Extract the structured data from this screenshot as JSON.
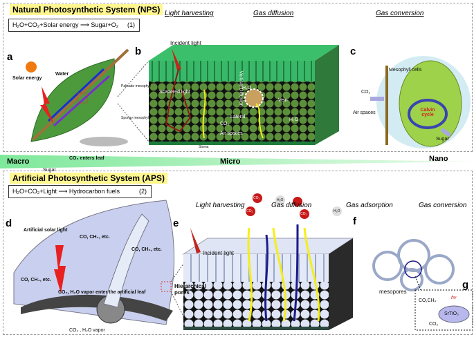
{
  "nps": {
    "title": "Natural Photosynthetic System (NPS)",
    "equation": "H₂O+CO₂+Solar energy ⟶ Sugar+O₂",
    "equation_number": "(1)",
    "steps": [
      "Light harvesting",
      "Gas diffusion",
      "Gas conversion"
    ],
    "panel_a": {
      "letter": "a",
      "labels": {
        "solar": "Solar energy",
        "water": "Water",
        "sugar": "Sugar",
        "co2": "CO₂ enters leaf"
      }
    },
    "panel_b": {
      "letter": "b",
      "labels": {
        "incident": "Incident light",
        "palisade": "Palisade mesophyll",
        "spongy": "Spongy mesophyll",
        "scattered": "Scattered light",
        "vertical": "Vertical Diffusion",
        "lateral": "Lateral",
        "co2": "CO₂",
        "h2o_1": "H₂O",
        "h2o_2": "H₂O",
        "vein": "Vein",
        "air": "Air spaces",
        "stoma": "Stoma"
      }
    },
    "panel_c": {
      "letter": "c",
      "labels": {
        "mesophyll": "Mesophyll cells",
        "co2": "CO₂",
        "air": "Air spaces",
        "calvin": "Calvin cycle",
        "sugar": "Sugar"
      }
    }
  },
  "scale": {
    "macro": "Macro",
    "micro": "Micro",
    "nano": "Nano"
  },
  "aps": {
    "title": "Artificial  Photosynthetic System (APS)",
    "equation": "H₂O+CO₂+Light ⟶ Hydrocarbon fuels",
    "equation_number": "(2)",
    "steps": [
      "Light harvesting",
      "Gas diffusion",
      "Gas adsorption",
      "Gas conversion"
    ],
    "panel_d": {
      "letter": "d",
      "labels": {
        "solar": "Artificial solar light",
        "prod1": "CO, CH₄, etc.",
        "prod2": "CO, CH₄, etc.",
        "prod3": "CO, CH₄, etc.",
        "enter": "CO₂, H₂O vapor enter the artificial leaf",
        "pores": "Hierarchical pores",
        "vapor": "CO₂ , H₂O vapor"
      }
    },
    "panel_e": {
      "letter": "e",
      "labels": {
        "incident": "Incident light",
        "m1": "CO₂",
        "m2": "H₂O",
        "m3": "CO₂",
        "m4": "CO₂",
        "m5": "H₂O"
      }
    },
    "panel_f": {
      "letter": "f",
      "labels": {
        "mesopores": "mesopores"
      }
    },
    "panel_g": {
      "letter": "g",
      "labels": {
        "products": "CO,CH₄",
        "hv": "hν",
        "catalyst": "SrTiO₃",
        "co2": "CO₂"
      }
    }
  },
  "colors": {
    "title_bg": "#fff68f",
    "leaf_green": "#4c9a3c",
    "cell_green": "#2fa85a",
    "light_red": "#c0271d",
    "aps_blue": "#c9cfee",
    "arrow_yellow": "#f5ee1a",
    "arrow_blue": "#1a1a8c"
  }
}
